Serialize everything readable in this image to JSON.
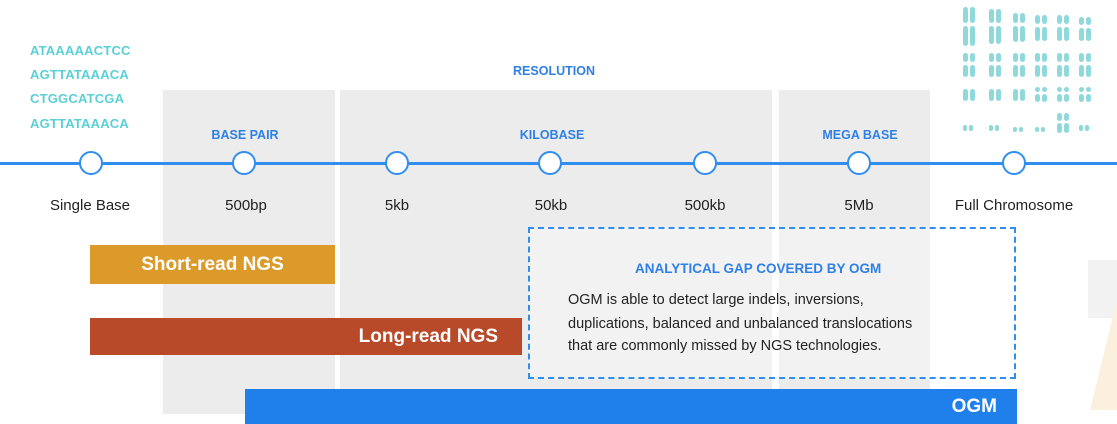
{
  "sequences": [
    "ATAAAAACTCC",
    "AGTTATAAACA",
    "CTGGCATCGA",
    "AGTTATAAACA"
  ],
  "resolution_label": "RESOLUTION",
  "scale_labels": {
    "base_pair": "BASE PAIR",
    "kilobase": "KILOBASE",
    "mega_base": "MEGA BASE"
  },
  "ticks": [
    "Single Base",
    "500bp",
    "5kb",
    "50kb",
    "500kb",
    "5Mb",
    "Full Chromosome"
  ],
  "bars": {
    "short_read": "Short-read NGS",
    "long_read": "Long-read NGS",
    "ogm": "OGM"
  },
  "gap": {
    "title": "ANALYTICAL GAP COVERED BY OGM",
    "lines": [
      "OGM is able to detect large indels, inversions,",
      "duplications, balanced and unbalanced translocations",
      "that are commonly missed by NGS technologies."
    ]
  },
  "colors": {
    "axis": "#2f8ef0",
    "sequence": "#5ad0d6",
    "short_read": "#dc9a2a",
    "long_read": "#b84a2a",
    "ogm": "#1f80ec",
    "band": "#ececec"
  },
  "icons": {
    "chromosomes": "chromosome-karyotype-icon"
  }
}
